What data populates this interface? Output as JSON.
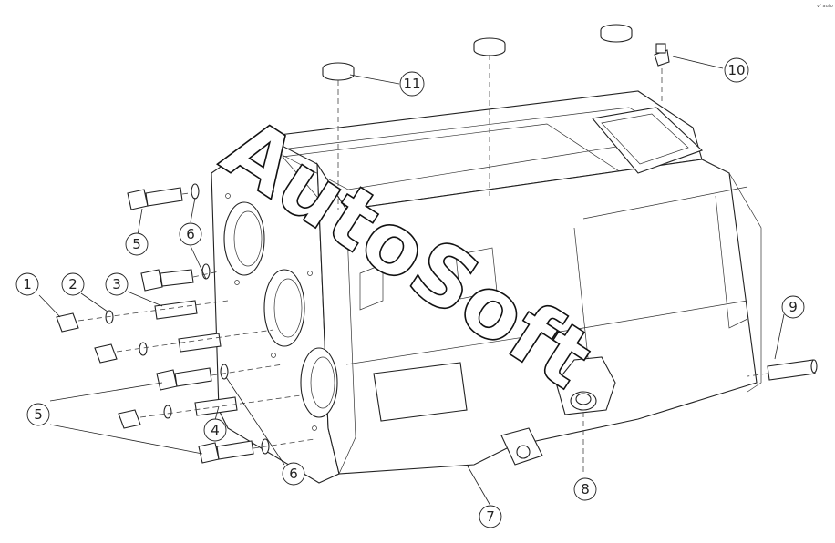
{
  "watermark": "AutoSoft",
  "corner_mark": "v⁰ auto",
  "callouts": [
    {
      "id": "c1",
      "label": "1"
    },
    {
      "id": "c2",
      "label": "2"
    },
    {
      "id": "c3",
      "label": "3"
    },
    {
      "id": "c4",
      "label": "4"
    },
    {
      "id": "c5a",
      "label": "5"
    },
    {
      "id": "c5b",
      "label": "5"
    },
    {
      "id": "c6a",
      "label": "6"
    },
    {
      "id": "c6b",
      "label": "6"
    },
    {
      "id": "c7",
      "label": "7"
    },
    {
      "id": "c8",
      "label": "8"
    },
    {
      "id": "c9",
      "label": "9"
    },
    {
      "id": "c10",
      "label": "10"
    },
    {
      "id": "c11",
      "label": "11"
    }
  ]
}
